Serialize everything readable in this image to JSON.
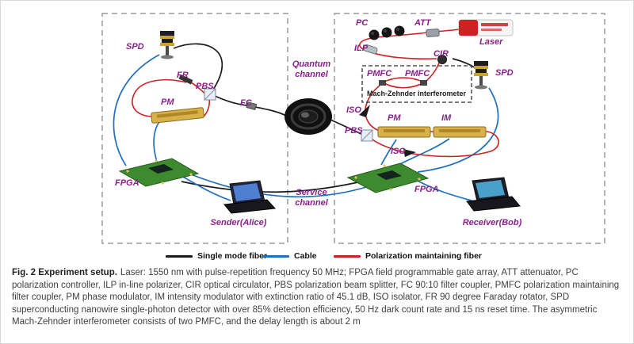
{
  "figure": {
    "caption": {
      "label": "Fig. 2 Experiment setup.",
      "text": "Laser: 1550 nm with pulse-repetition frequency 50 MHz; FPGA field programmable gate array, ATT attenuator, PC polarization controller, ILP in-line polarizer, CIR optical circulator, PBS polarization beam splitter, FC 90:10 filter coupler, PMFC polarization maintaining filter coupler, PM phase modulator, IM intensity modulator with extinction ratio of 45.1 dB, ISO isolator, FR 90 degree Faraday rotator, SPD superconducting nanowire single-photon detector with over 85% detection efficiency, 50 Hz dark count rate and 15 ns reset time. The asymmetric Mach-Zehnder interferometer consists of two PMFC, and the delay length is about 2 m"
    }
  },
  "legend": {
    "items": [
      {
        "label": "Single mode fiber",
        "color": "#1a1a1a"
      },
      {
        "label": "Cable",
        "color": "#1e6fbe"
      },
      {
        "label": "Polarization maintaining fiber",
        "color": "#cc2222"
      }
    ]
  },
  "diagram": {
    "colors": {
      "label": "#8a1f8a",
      "single_mode_fiber": "#1a1a1a",
      "cable": "#1e6fbe",
      "pm_fiber": "#cc2222",
      "modulator_gold": "#d9b14a",
      "board_green": "#3e8a2e"
    },
    "labels": {
      "spd_alice": "SPD",
      "fr": "FR",
      "pbs_alice": "PBS",
      "pm_alice": "PM",
      "fc": "FC",
      "quantum_line1": "Quantum",
      "quantum_line2": "channel",
      "service_line1": "Service",
      "service_line2": "channel",
      "fpga_alice": "FPGA",
      "sender": "Sender(Alice)",
      "pc": "PC",
      "att": "ATT",
      "laser": "Laser",
      "ilp": "ILP",
      "cir": "CIR",
      "spd_bob": "SPD",
      "pmfc_left": "PMFC",
      "pmfc_right": "PMFC",
      "mach_zehnder": "Mach-Zehnder interferometer",
      "iso_top": "ISO",
      "pbs_bob": "PBS",
      "pm_bob": "PM",
      "im": "IM",
      "iso_bottom": "ISO",
      "fpga_bob": "FPGA",
      "receiver": "Receiver(Bob)"
    }
  }
}
